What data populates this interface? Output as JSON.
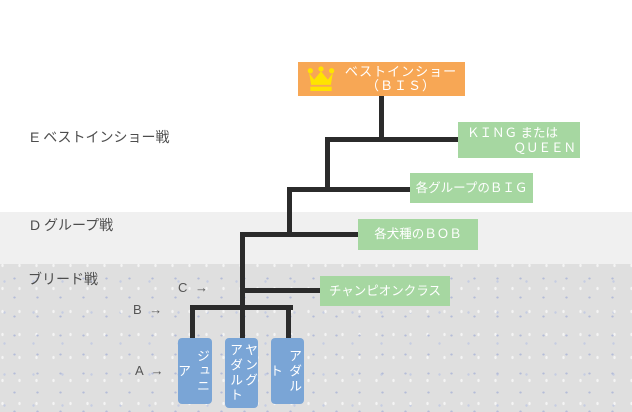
{
  "colors": {
    "accent_orange": "#f7a755",
    "accent_green": "#a6d7a1",
    "accent_blue": "#7aa5d6",
    "line_dark": "#2b2b2b",
    "crown_yellow": "#ffe400",
    "band_mid_gray": "#f0f0f0",
    "band_bottom_gray": "#dfdfdf"
  },
  "sections": {
    "best_in_show": "E ベストインショー戦",
    "group": "D グループ戦",
    "breed": "ブリード戦"
  },
  "bis_box": {
    "icon": "crown-icon",
    "line1": "ベストインショー",
    "line2": "（ＢＩＳ）"
  },
  "boxes": {
    "king_queen": {
      "line1": "ＫＩＮＧ または",
      "line2": "ＱＵＥＥＮ"
    },
    "big": {
      "label": "各グループのＢＩＧ"
    },
    "bob": {
      "label": "各犬種のＢＯＢ"
    },
    "champion": {
      "label": "チャンピオンクラス"
    }
  },
  "class_boxes": {
    "junior": {
      "col1": "ジュニア"
    },
    "young_adult": {
      "col1": "ヤング",
      "col2": "アダルト"
    },
    "adult": {
      "col1": "アダルト"
    }
  },
  "markers": {
    "c": "C →",
    "b": "B →",
    "a": "A →"
  }
}
